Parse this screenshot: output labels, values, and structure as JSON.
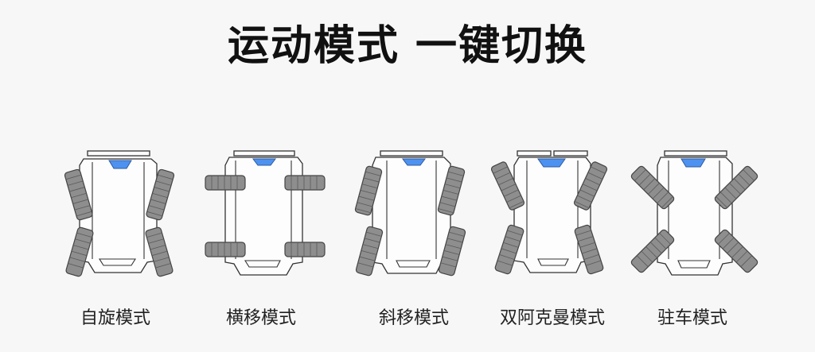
{
  "header": {
    "title": "运动模式 一键切换"
  },
  "modes": [
    {
      "label": "自旋模式",
      "icon": "spin-mode-vehicle-icon"
    },
    {
      "label": "横移模式",
      "icon": "lateral-move-vehicle-icon"
    },
    {
      "label": "斜移模式",
      "icon": "diagonal-move-vehicle-icon"
    },
    {
      "label": "双阿克曼模式",
      "icon": "dual-ackermann-vehicle-icon"
    },
    {
      "label": "驻车模式",
      "icon": "parking-mode-vehicle-icon"
    }
  ],
  "colors": {
    "background": "#f7f7f7",
    "screen": "#4d92f1",
    "tire": "#8e8e8e",
    "text": "#111111"
  }
}
